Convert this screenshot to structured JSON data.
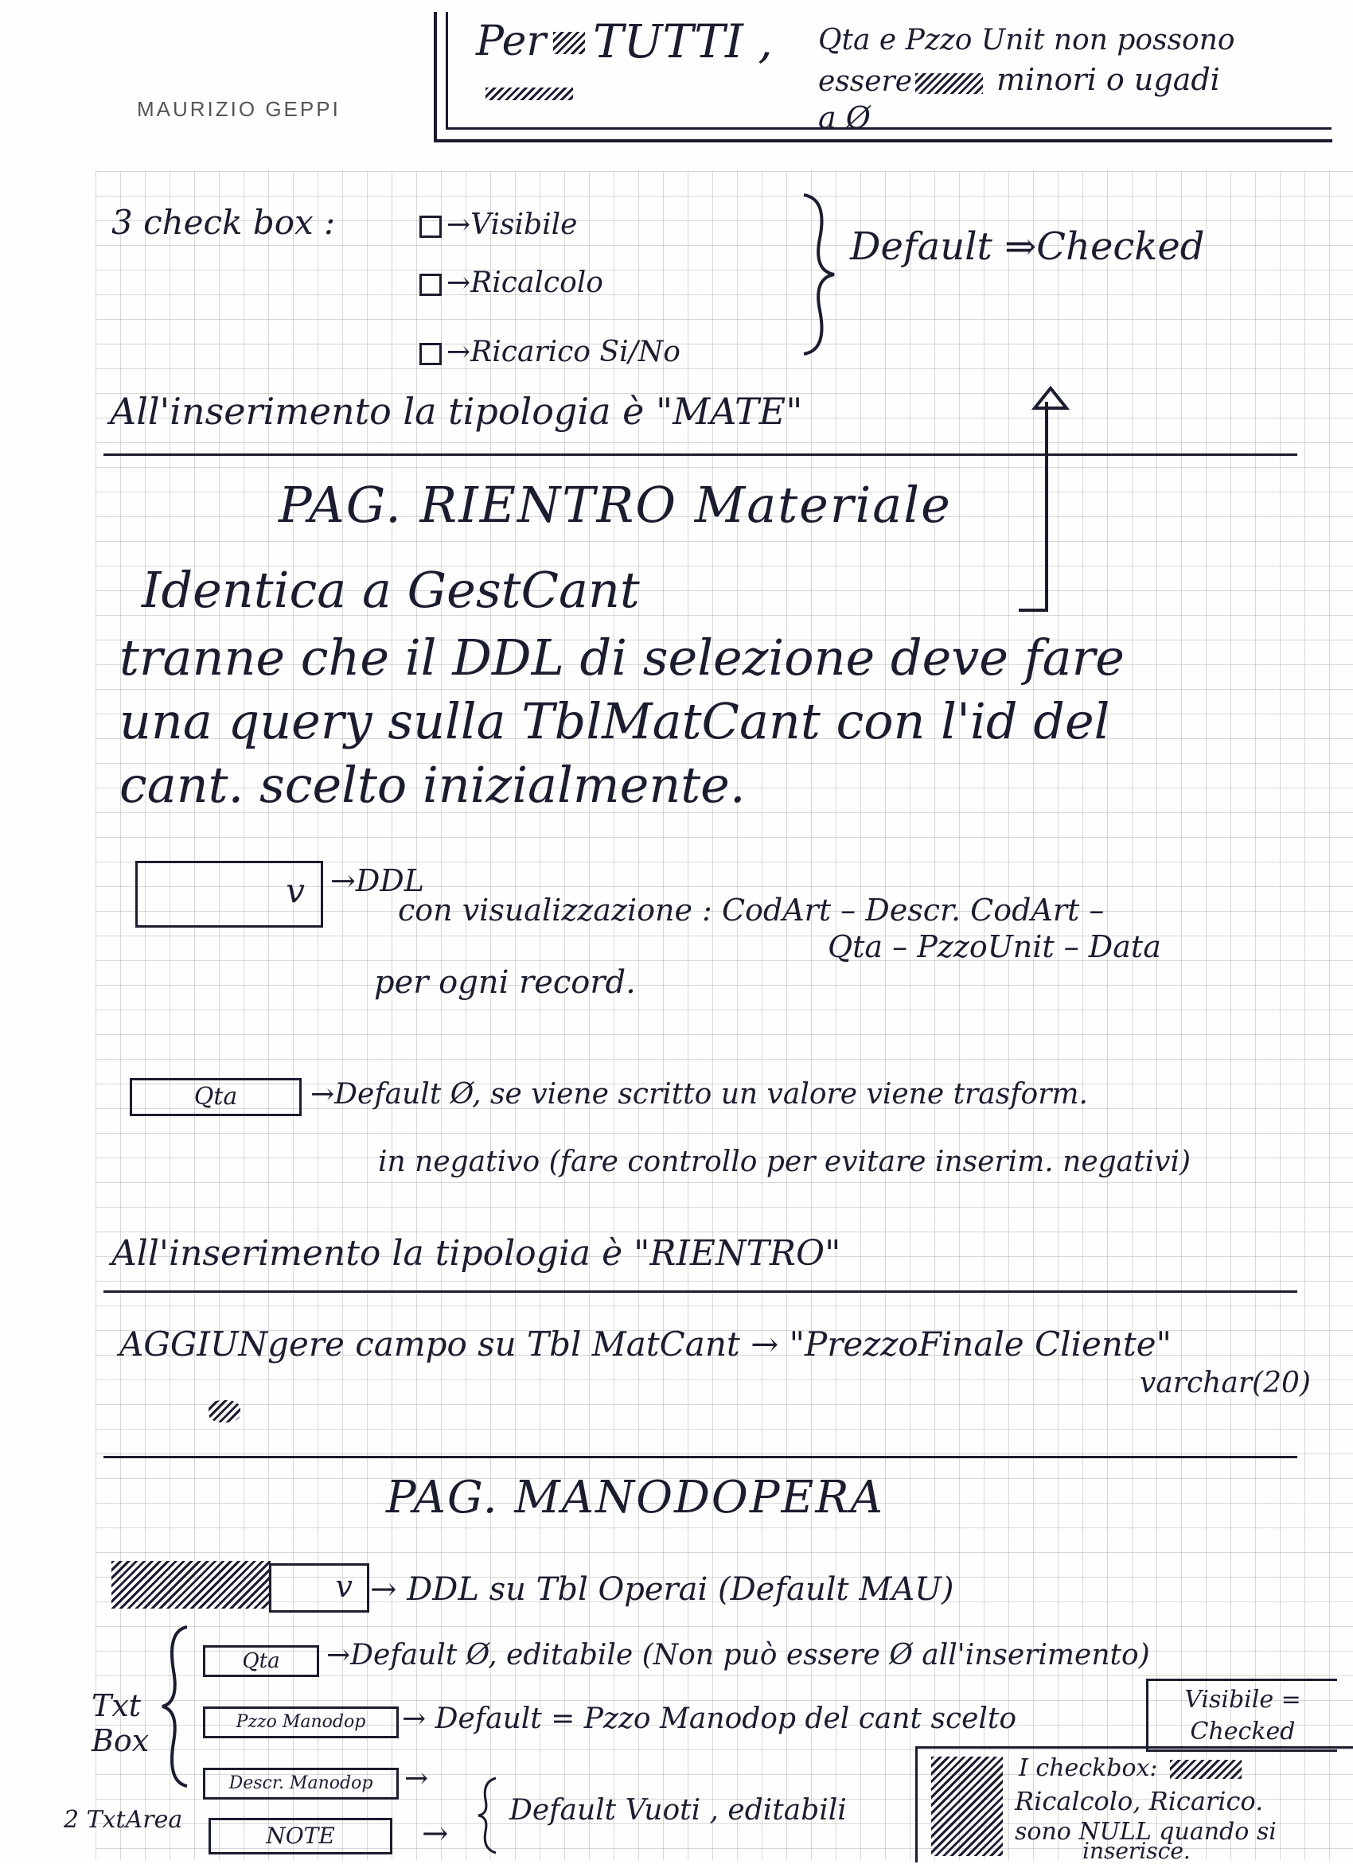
{
  "letterhead": "MAURIZIO  GEPPI",
  "top_note": {
    "line1_a": "Per",
    "line1_b": "TUTTI ,",
    "line1_c": "Qta e Pzzo Unit non possono",
    "line2_a": "essere",
    "line2_b": "minori o ugadi",
    "line3": "a Ø"
  },
  "checkboxes": {
    "intro": "3 check box :",
    "items": [
      "→Visibile",
      "→Ricalcolo",
      "→Ricarico Si/No"
    ],
    "default": "Default ⇒Checked"
  },
  "insert_mate": "All'inserimento la tipologia è \"MATE\"",
  "rientro": {
    "heading": "PAG. RIENTRO Materiale",
    "line1": "Identica a GestCant",
    "line2": "tranne che il DDL di selezione deve fare",
    "line3": "una query sulla TblMatCant con l'id del",
    "line4": "cant. scelto inizialmente.",
    "ddl_arrow": "→DDL",
    "ddl_glyph": "v",
    "ddl_desc1": "con visualizzazione : CodArt – Descr. CodArt –",
    "ddl_desc2": "Qta – PzzoUnit – Data",
    "ddl_desc3": "per ogni record.",
    "qta_label": "Qta",
    "qta_desc1": "→Default Ø, se viene scritto un valore viene trasform.",
    "qta_desc2": "in negativo (fare controllo per evitare inserim. negativi)",
    "insert_rientro": "All'inserimento la tipologia è \"RIENTRO\""
  },
  "aggiungere": {
    "line1": "AGGIUNgere campo su Tbl MatCant → \"PrezzoFinale Cliente\"",
    "line2": "varchar(20)"
  },
  "manodopera": {
    "heading": "PAG. MANODOPERA",
    "ddl_glyph": "v",
    "ddl_desc": "→ DDL su Tbl Operai (Default MAU)",
    "txt_box_label": "Txt Box",
    "qta_label": "Qta",
    "qta_desc": "→Default Ø, editabile (Non può essere Ø all'inserimento)",
    "pzzo_label": "Pzzo Manodop",
    "pzzo_desc": "→ Default = Pzzo Manodop del cant scelto",
    "descr_label": "Descr. Manodop",
    "descr_desc": "→",
    "textarea_label": "2 TxtArea",
    "note_label": "NOTE",
    "note_arrow": "→",
    "vuoti_desc": "Default Vuoti , editabili",
    "visibile_box": "Visibile = Checked",
    "side_note1": "I checkbox:",
    "side_note2": "Ricalcolo, Ricarico.",
    "side_note3": "sono NULL quando si",
    "side_note4": "inserisce."
  }
}
